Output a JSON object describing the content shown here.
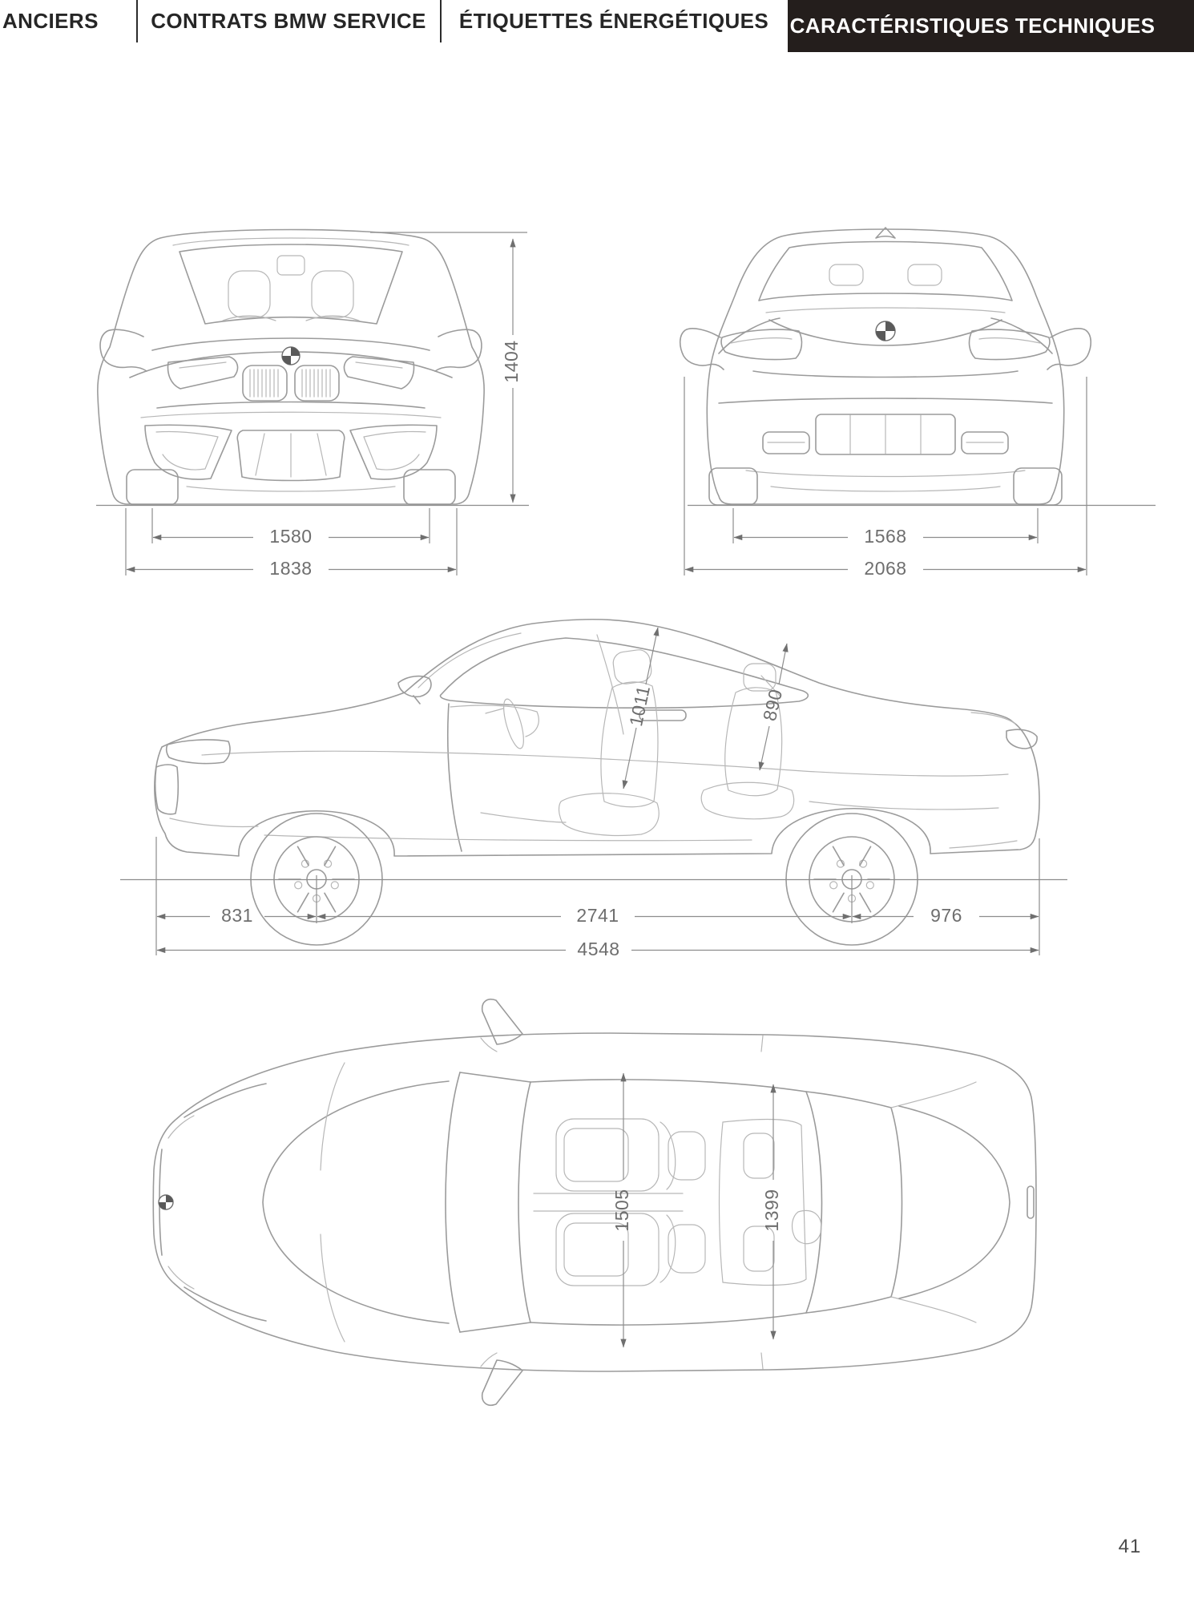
{
  "nav": {
    "tabs": [
      {
        "label": "ANCIERS"
      },
      {
        "label": "CONTRATS BMW SERVICE"
      },
      {
        "label": "ÉTIQUETTES ÉNERGÉTIQUES"
      },
      {
        "label": "CARACTÉRISTIQUES TECHNIQUES"
      }
    ],
    "active_tab": "CARACTÉRISTIQUES TECHNIQUES"
  },
  "page": {
    "number": "41"
  },
  "colors": {
    "active_tab_bg": "#241e1c",
    "active_tab_text": "#ffffff",
    "tab_text": "#262626",
    "line_art": "#9b9b9b",
    "dimension_text": "#6e6e6e"
  },
  "dimensions_mm": {
    "front_view": {
      "height": "1404",
      "track_front": "1580",
      "width": "1838"
    },
    "rear_view": {
      "track_rear": "1568",
      "width_with_mirrors": "2068"
    },
    "side_view": {
      "headroom_front": "1011",
      "headroom_rear": "890",
      "overhang_front": "831",
      "wheelbase": "2741",
      "overhang_rear": "976",
      "length": "4548"
    },
    "top_view": {
      "shoulder_width_front": "1505",
      "shoulder_width_rear": "1399"
    }
  }
}
